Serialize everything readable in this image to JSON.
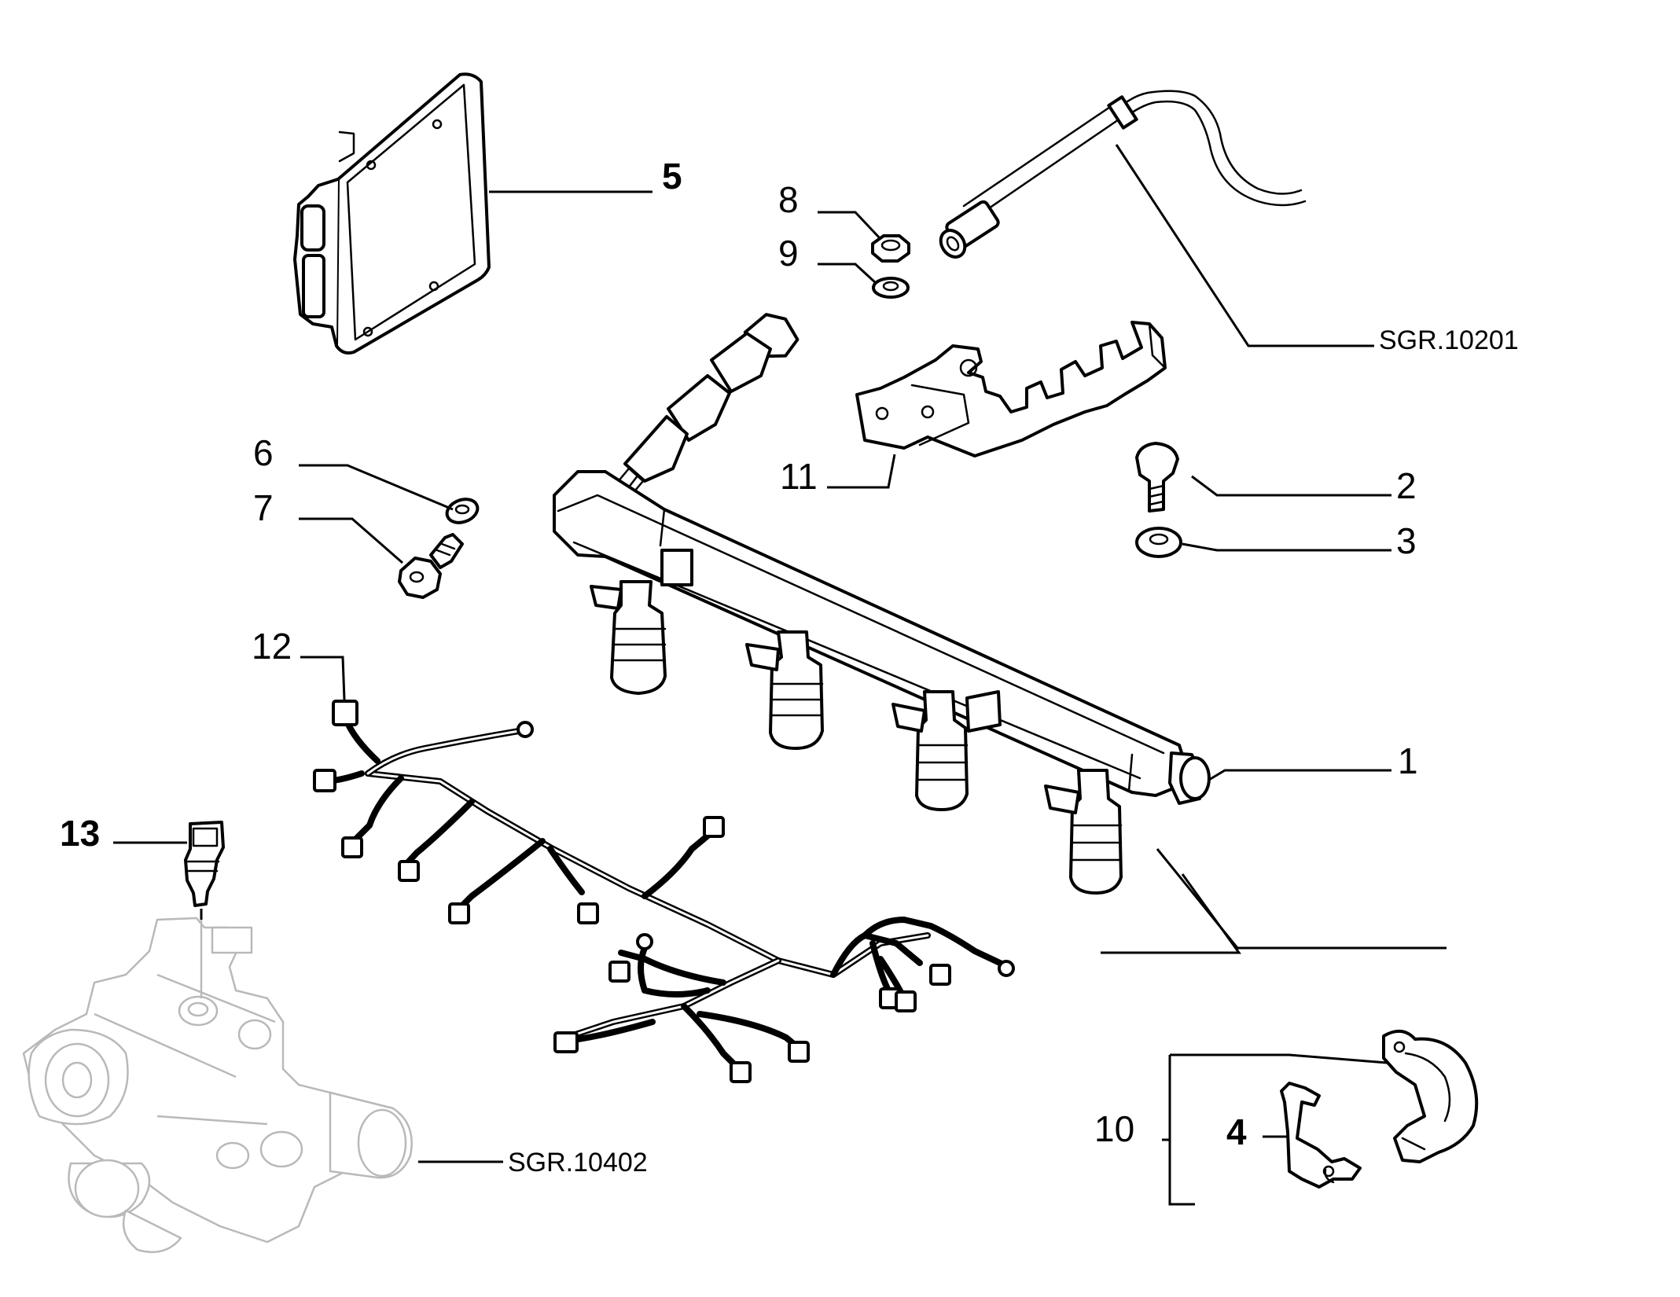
{
  "callouts": {
    "c1": "1",
    "c2": "2",
    "c3": "3",
    "c4": "4",
    "c5": "5",
    "c6": "6",
    "c7": "7",
    "c8": "8",
    "c9": "9",
    "c10": "10",
    "c11": "11",
    "c12": "12",
    "c13": "13"
  },
  "references": {
    "fuel_line": "SGR.10201",
    "thermostat_housing": "SGR.10402"
  }
}
